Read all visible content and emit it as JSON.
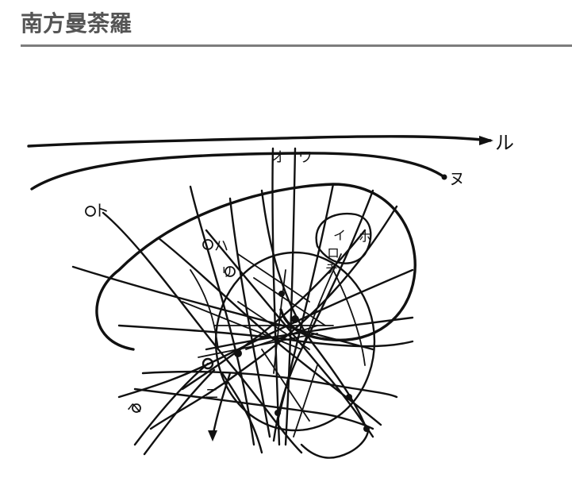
{
  "header": {
    "title": "南方曼荼羅"
  },
  "diagram": {
    "labels": {
      "ru": "ル",
      "nu": "ヌ",
      "wo": "オ",
      "wa": "ワ",
      "to": "ト",
      "ha": "ハ",
      "i": "イ",
      "ro": "ロ",
      "ho": "ホ",
      "chi": "チ",
      "ri": "リ",
      "ni": "ニ",
      "he": "へ"
    },
    "colors": {
      "ink": "#111111",
      "title": "#555555",
      "rule": "#7d7d7d"
    }
  }
}
